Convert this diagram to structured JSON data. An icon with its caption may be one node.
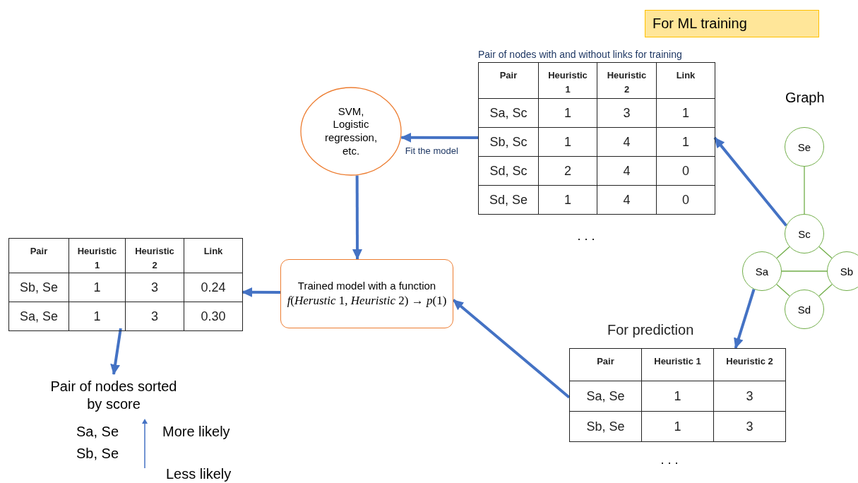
{
  "diagram": {
    "nodes": [
      {
        "text": [
          "For ML training"
        ]
      },
      {
        "text": [
          "Pair of nodes with and without links for training",
          "Pair",
          "Heuristic 1",
          "Heuristic 2",
          "Link",
          "Sa, Sc",
          "1",
          "3",
          "1",
          "Sb, Sc",
          "1",
          "4",
          "1",
          "Sd, Sc",
          "2",
          "4",
          "0",
          "Sd, Se",
          "1",
          "4",
          "0"
        ],
        "beside": [
          ". . ."
        ]
      },
      {
        "text": [
          "SVM, Logistic regression, etc."
        ]
      },
      {
        "text": [
          "Trained model with a function",
          "*f*(*Herustic* 1, *Heuristic* 2) → *p*(1)"
        ]
      },
      {
        "text": [
          "Pair",
          "Heuristic 1",
          "Heuristic 2",
          "Link",
          "Sb, Se",
          "1",
          "3",
          "0.24",
          "Sa, Se",
          "1",
          "3",
          "0.30"
        ]
      },
      {
        "text": [
          "Pair of nodes sorted by score"
        ]
      },
      {
        "text": [
          "For prediction",
          "Pair",
          "Heuristic 1",
          "Heuristic 2",
          "Sa, Se",
          "1",
          "3",
          "Sb, Se",
          "1",
          "3"
        ],
        "beside": [
          ". . ."
        ]
      },
      {
        "text": [
          "Se"
        ]
      },
      {
        "text": [
          "Sc"
        ]
      },
      {
        "text": [
          "Sa"
        ]
      },
      {
        "text": [
          "Sb"
        ]
      },
      {
        "text": [
          "Sd"
        ]
      }
    ],
    "edges": [
      {
        "from": 1,
        "to": 2,
        "arrow": "to",
        "label": "Fit the model"
      },
      {
        "from": 2,
        "to": 3,
        "arrow": "to"
      },
      {
        "from": 3,
        "to": 4,
        "arrow": "to"
      },
      {
        "from": 4,
        "to": 5,
        "arrow": "to"
      },
      {
        "from": 6,
        "to": 3,
        "arrow": "to"
      },
      {
        "from": 8,
        "to": 1,
        "arrow": "to"
      },
      {
        "from": 9,
        "to": 6,
        "arrow": "to"
      },
      {
        "from": 7,
        "to": 8,
        "arrow": "none",
        "color": "#70ad47"
      },
      {
        "from": 8,
        "to": 9,
        "arrow": "none",
        "color": "#70ad47"
      },
      {
        "from": 8,
        "to": 10,
        "arrow": "none",
        "color": "#70ad47"
      },
      {
        "from": 9,
        "to": 10,
        "arrow": "none",
        "color": "#70ad47"
      },
      {
        "from": 9,
        "to": 11,
        "arrow": "none",
        "color": "#70ad47"
      },
      {
        "from": 11,
        "to": 10,
        "arrow": "none",
        "color": "#70ad47"
      }
    ],
    "labels": [
      "Graph",
      "Sa, Se",
      "Sb, Se",
      "More likely",
      "Less likely"
    ]
  }
}
